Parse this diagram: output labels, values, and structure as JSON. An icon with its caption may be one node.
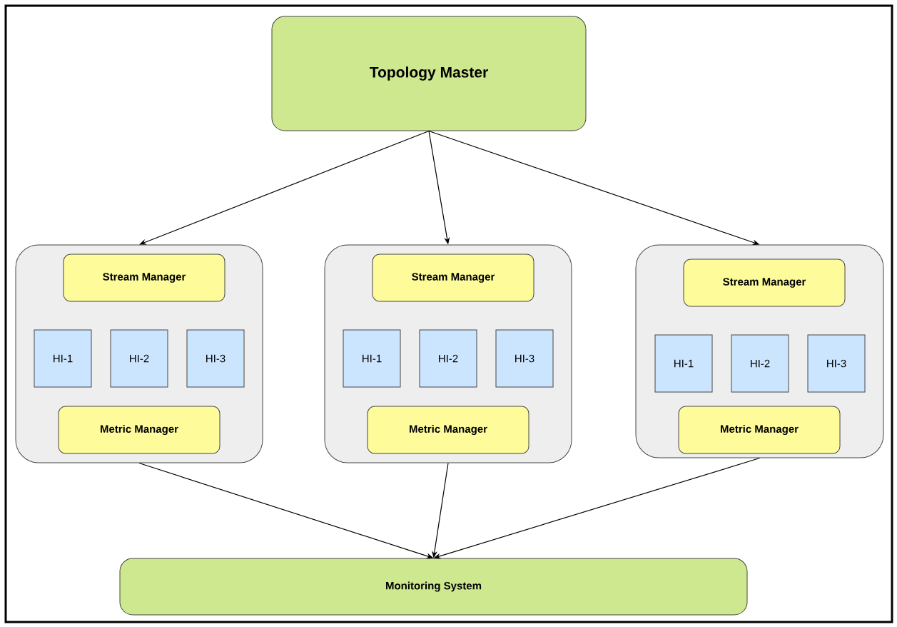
{
  "diagram": {
    "nodes": [
      {
        "text": [
          "Topology Master"
        ]
      },
      {
        "text": [],
        "shape": "box"
      },
      {
        "text": [
          "Stream Manager"
        ],
        "in": 1
      },
      {
        "text": [
          "HI-1"
        ],
        "in": 1
      },
      {
        "text": [
          "HI-2"
        ],
        "in": 1
      },
      {
        "text": [
          "HI-3"
        ],
        "in": 1
      },
      {
        "text": [
          "Metric Manager"
        ],
        "in": 1
      },
      {
        "text": [],
        "shape": "box"
      },
      {
        "text": [
          "Stream Manager"
        ],
        "in": 7
      },
      {
        "text": [
          "HI-1"
        ],
        "in": 7
      },
      {
        "text": [
          "HI-2"
        ],
        "in": 7
      },
      {
        "text": [
          "HI-3"
        ],
        "in": 7
      },
      {
        "text": [
          "Metric Manager"
        ],
        "in": 7
      },
      {
        "text": [],
        "shape": "box"
      },
      {
        "text": [
          "Stream Manager"
        ],
        "in": 13
      },
      {
        "text": [
          "HI-1"
        ],
        "in": 13
      },
      {
        "text": [
          "HI-2"
        ],
        "in": 13
      },
      {
        "text": [
          "HI-3"
        ],
        "in": 13
      },
      {
        "text": [
          "Metric Manager"
        ],
        "in": 13
      },
      {
        "text": [
          "Monitoring System"
        ]
      }
    ],
    "edges": [
      {
        "from": 0,
        "to": 1,
        "arrow": "to"
      },
      {
        "from": 0,
        "to": 7,
        "arrow": "to"
      },
      {
        "from": 0,
        "to": 13,
        "arrow": "to"
      },
      {
        "from": 1,
        "to": 19,
        "arrow": "to"
      },
      {
        "from": 7,
        "to": 19,
        "arrow": "to"
      },
      {
        "from": 13,
        "to": 19,
        "arrow": "to"
      }
    ]
  }
}
